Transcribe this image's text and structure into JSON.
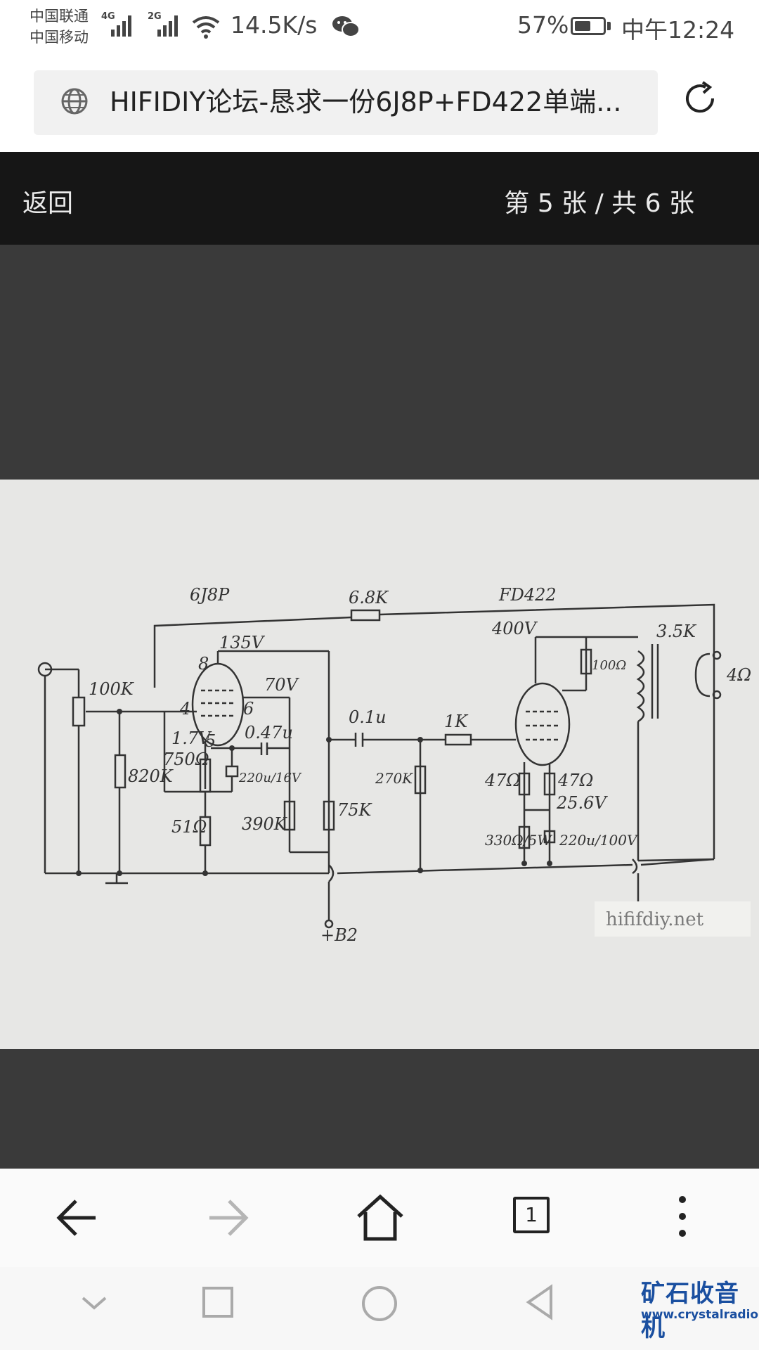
{
  "status_bar": {
    "carrier1": "中国联通",
    "carrier2": "中国移动",
    "network1": "4G",
    "network2": "2G",
    "speed": "14.5K/s",
    "battery_percent": "57%",
    "battery_level": 0.57,
    "time": "中午12:24",
    "icons": [
      "signal-icon",
      "wifi-icon",
      "wechat-icon",
      "battery-icon"
    ]
  },
  "browser": {
    "page_title": "HIFIDIY论坛-恳求一份6J8P+FD422单端...",
    "icons": [
      "globe-icon",
      "reload-icon"
    ]
  },
  "viewer": {
    "back_label": "返回",
    "counter": "第 5 张 / 共 6 张"
  },
  "schematic": {
    "labels": [
      "6J8P",
      "6.8K",
      "FD422",
      "135V",
      "400V",
      "3.5K",
      "4Ω",
      "0.1u",
      "1K",
      "100K",
      "70V",
      "8",
      "4",
      "6",
      "5",
      "1.7V",
      "0.47u",
      "750Ω",
      "220u/16V",
      "820K",
      "51Ω",
      "390K",
      "75K",
      "270K",
      "100Ω",
      "47Ω",
      "47Ω",
      "25.6V",
      "330Ω/5W",
      "220u/100V",
      "+B2"
    ],
    "watermark": "hififdiy.net"
  },
  "nav_bar": {
    "tab_count": "1",
    "icons": [
      "back-arrow-icon",
      "forward-arrow-icon",
      "home-icon",
      "tabs-icon",
      "more-icon"
    ]
  },
  "system_nav": {
    "icons": [
      "chevron-down-icon",
      "square-icon",
      "circle-icon",
      "triangle-back-icon"
    ],
    "watermark_text": "矿石收音机",
    "watermark_url": "www.crystalradio.cn"
  },
  "colors": {
    "viewer_header_bg": "#161616",
    "viewer_bg": "#3a3a3a",
    "photo_paper": "#e7e7e5",
    "ink": "#333333",
    "watermark_blue": "#1a4fa0"
  }
}
